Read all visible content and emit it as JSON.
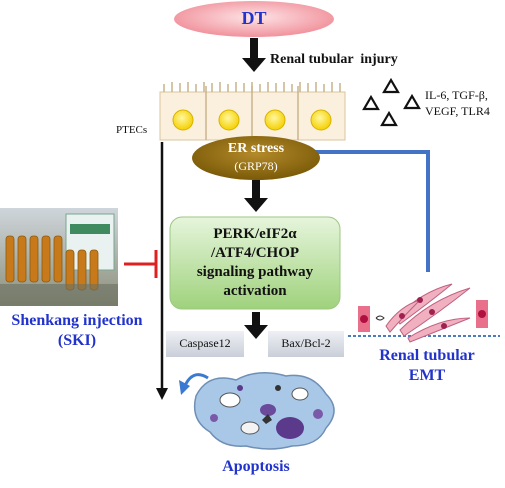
{
  "title_node": "DT",
  "injury_label": "Renal tubular  injury",
  "cells_label": "PTECs",
  "cytokines": {
    "line1": "IL-6, TGF-β,",
    "line2": "VEGF, TLR4"
  },
  "er_stress": {
    "line1": "ER stress",
    "line2": "(GRP78)"
  },
  "pathway": {
    "line1": "PERK/eIF2α",
    "line2": "/ATF4/CHOP",
    "line3": "signaling pathway",
    "line4": "activation"
  },
  "caspase": "Caspase12",
  "bax": "Bax/Bcl-2",
  "drug": {
    "line1": "Shenkang injection",
    "line2": "(SKI)"
  },
  "emt": {
    "line1": "Renal tubular",
    "line2": "EMT"
  },
  "outcome": "Apoptosis",
  "colors": {
    "dt_fill": "#f4a0a8",
    "er_fill": "#8a6a10",
    "pathway_fill": "#a8d88a",
    "accent_blue": "#2233cc",
    "emt_line": "#4472c4",
    "inhibit": "#e02020",
    "box_fill": "#d9dde5"
  }
}
